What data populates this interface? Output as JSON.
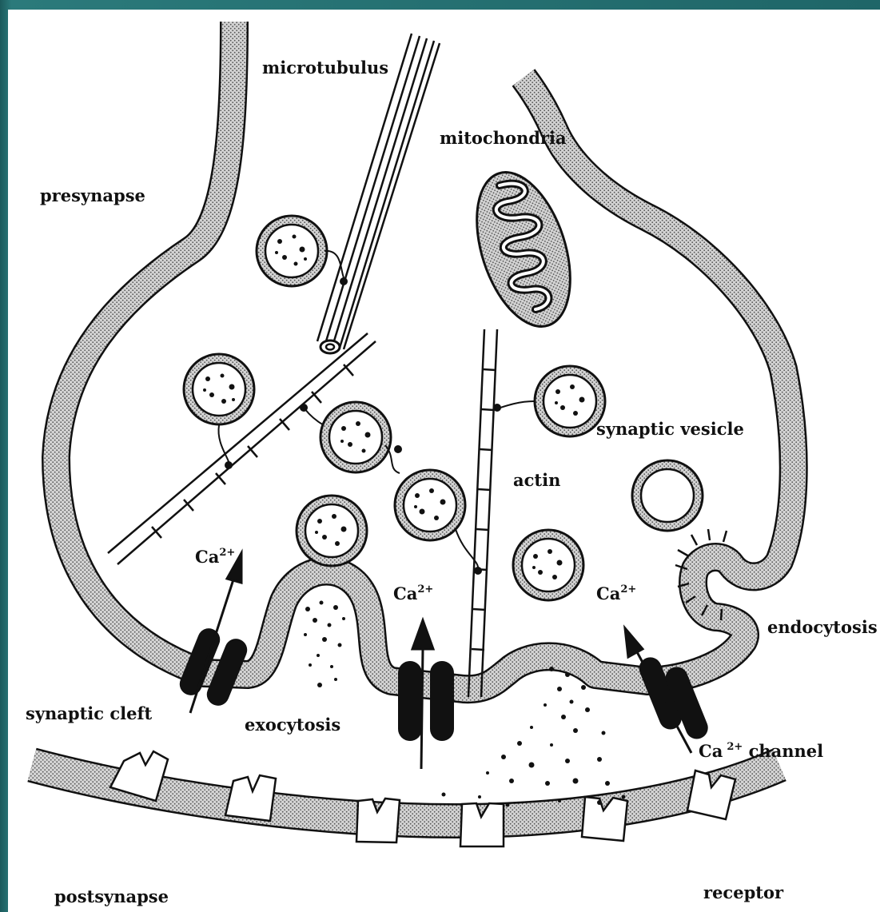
{
  "labels": {
    "microtubulus": "microtubulus",
    "mitochondria": "mitochondria",
    "presynapse": "presynapse",
    "synaptic_vesicle": "synaptic vesicle",
    "actin": "actin",
    "endocytosis": "endocytosis",
    "synaptic_cleft": "synaptic cleft",
    "exocytosis": "exocytosis",
    "ca_channel_prefix": "Ca",
    "ca_channel_suffix": " channel",
    "postsynapse": "postsynapse",
    "receptor": "receptor",
    "ca_ion": "Ca",
    "ca_charge": "2+"
  },
  "colors": {
    "frame": "#1f6466",
    "membrane_fill": "#bdbdbd",
    "ink": "#111111"
  }
}
